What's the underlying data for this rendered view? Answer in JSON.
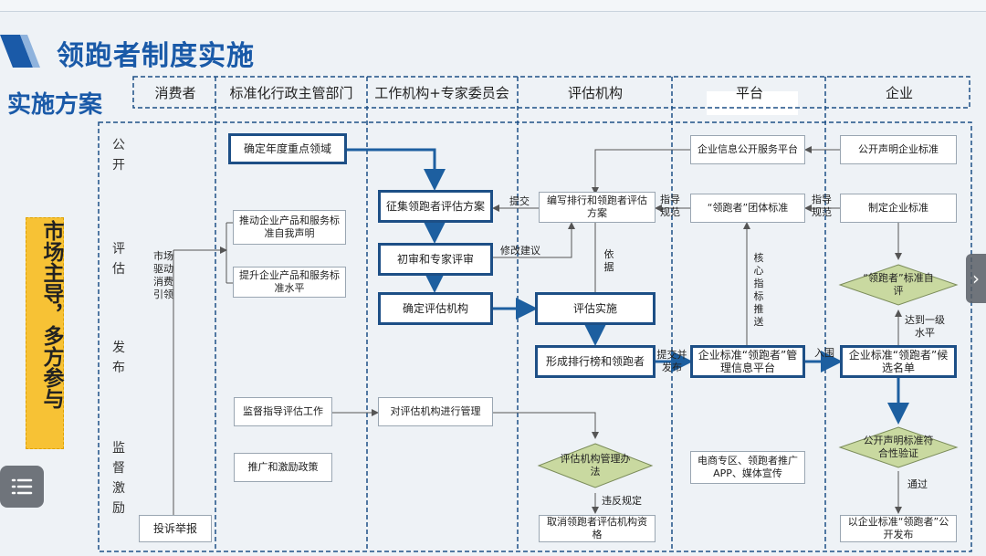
{
  "title": "领跑者制度实施",
  "subtitle": "实施方案",
  "left_banner": "市场主导，多方参与",
  "columns": [
    "消费者",
    "标准化行政主管部门",
    "工作机构+专家委员会",
    "评估机构",
    "平台",
    "企业"
  ],
  "phases": [
    "公开",
    "评估",
    "发布",
    "监督激励"
  ],
  "consumer": {
    "market_driven": "市场驱动消费引领",
    "complaint": "投诉举报"
  },
  "std_dept": {
    "key_areas": "确定年度重点领域",
    "self_declare": "推动企业产品和服务标准自我声明",
    "improve": "提升企业产品和服务标准水平",
    "supervise": "监督指导评估工作",
    "policy": "推广和激励政策"
  },
  "expert": {
    "collect": "征集领跑者评估方案",
    "review": "初审和专家评审",
    "confirm": "确定评估机构",
    "manage": "对评估机构进行管理"
  },
  "assess": {
    "compile": "编写排行和领跑者评估方案",
    "implement": "评估实施",
    "ranking": "形成排行榜和领跑者",
    "mgmt_rule": "评估机构管理办法",
    "cancel": "取消领跑者评估机构资格"
  },
  "platform": {
    "public_service": "企业信息公开服务平台",
    "group_std": "“领跑者”团体标准",
    "mgmt_platform": "企业标准“领跑者”管理信息平台",
    "promo": "电商专区、领跑者推广APP、媒体宣传"
  },
  "enterprise": {
    "declare": "公开声明企业标准",
    "make_std": "制定企业标准",
    "self_eval": "“领跑者”标准自评",
    "candidate": "企业标准“领跑者”候选名单",
    "conformity": "公开声明标准符合性验证",
    "publish": "以企业标准“领跑者”公开发布"
  },
  "edge_labels": {
    "submit": "提交",
    "modify": "修改建议",
    "basis": "依据",
    "guide1": "指导规范",
    "guide2": "指导规范",
    "core": "核心指标推送",
    "submit_publish": "提交并发布",
    "entry": "入围",
    "reach": "达到一级水平",
    "violate": "违反规定",
    "pass": "通过"
  },
  "colors": {
    "title": "#1a5aa8",
    "banner": "#f7c235",
    "diamond": "#c9d9a0",
    "frame": "#1d4f86"
  }
}
